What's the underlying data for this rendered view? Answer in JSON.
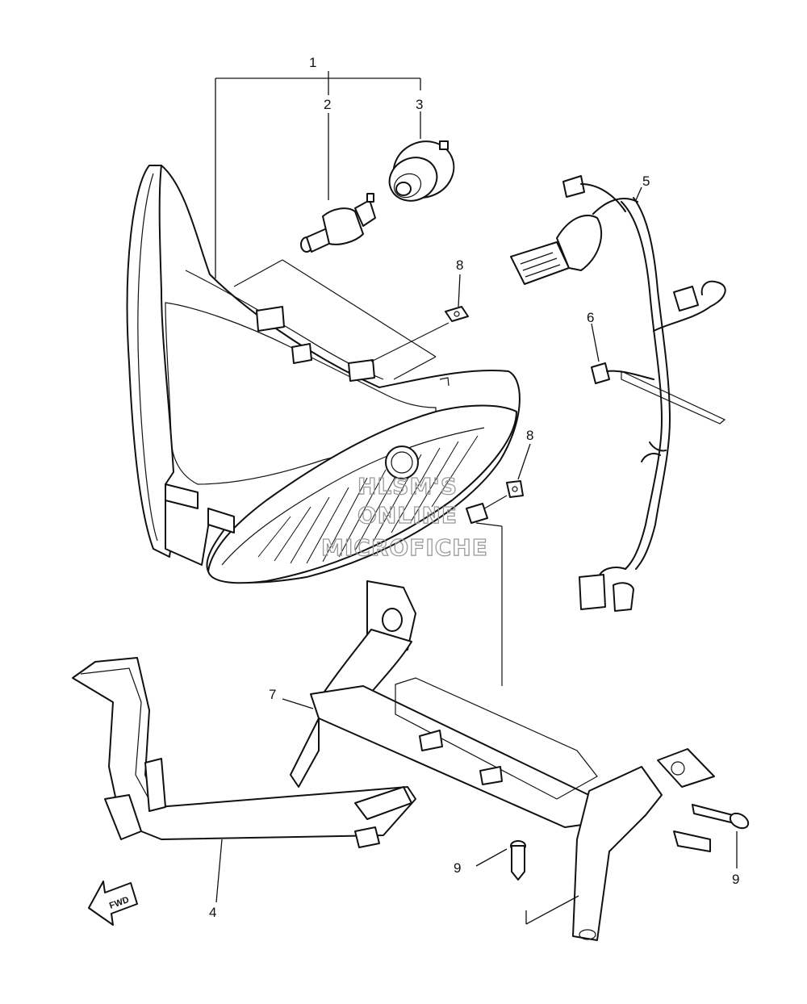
{
  "callouts": {
    "c1": "1",
    "c2": "2",
    "c3": "3",
    "c4": "4",
    "c5": "5",
    "c6": "6",
    "c7": "7",
    "c8a": "8",
    "c8b": "8",
    "c9a": "9",
    "c9b": "9"
  },
  "watermark": {
    "line1": "HLSM'S",
    "line2": "ONLINE",
    "line3": "MICROFICHE"
  },
  "fwd_label": "FWD"
}
